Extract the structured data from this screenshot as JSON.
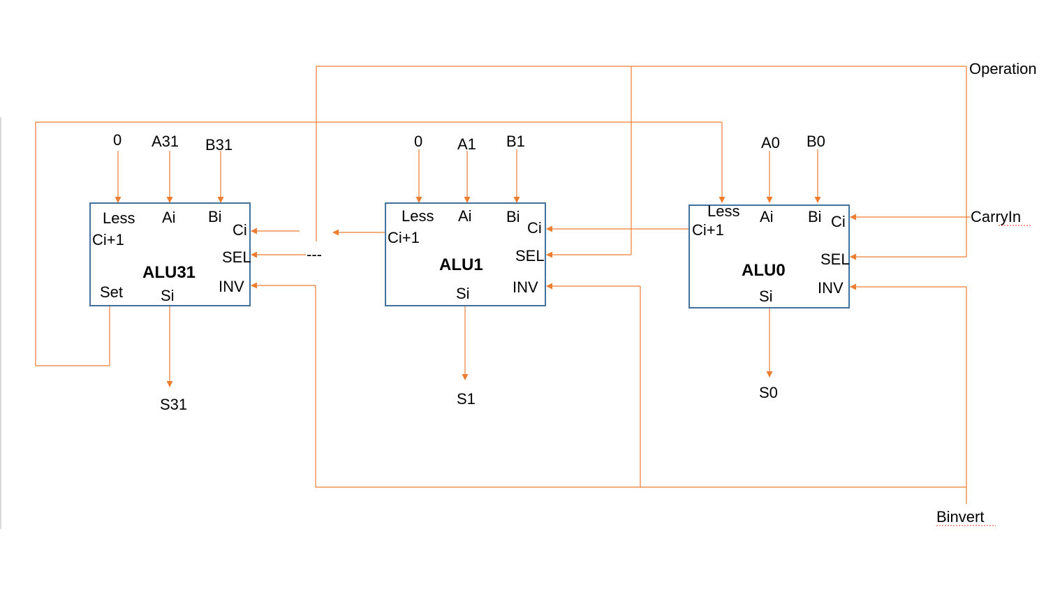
{
  "signals": {
    "operation": "Operation",
    "carry_in": "CarryIn",
    "binvert": "Binvert",
    "ellipsis": "---"
  },
  "alu31": {
    "name": "ALU31",
    "in_less": "0",
    "in_a": "A31",
    "in_b": "B31",
    "port_less": "Less",
    "port_ai": "Ai",
    "port_bi": "Bi",
    "port_ci1": "Ci+1",
    "port_ci": "Ci",
    "port_sel": "SEL",
    "port_inv": "INV",
    "port_set": "Set",
    "port_si": "Si",
    "out": "S31"
  },
  "alu1": {
    "name": "ALU1",
    "in_less": "0",
    "in_a": "A1",
    "in_b": "B1",
    "port_less": "Less",
    "port_ai": "Ai",
    "port_bi": "Bi",
    "port_ci1": "Ci+1",
    "port_ci": "Ci",
    "port_sel": "SEL",
    "port_inv": "INV",
    "port_si": "Si",
    "out": "S1"
  },
  "alu0": {
    "name": "ALU0",
    "in_a": "A0",
    "in_b": "B0",
    "port_less": "Less",
    "port_ai": "Ai",
    "port_bi": "Bi",
    "port_ci1": "Ci+1",
    "port_ci": "Ci",
    "port_sel": "SEL",
    "port_inv": "INV",
    "port_si": "Si",
    "out": "S0"
  },
  "colors": {
    "wire": "#ED7D31",
    "box_border": "#41719C",
    "text": "#000000"
  }
}
